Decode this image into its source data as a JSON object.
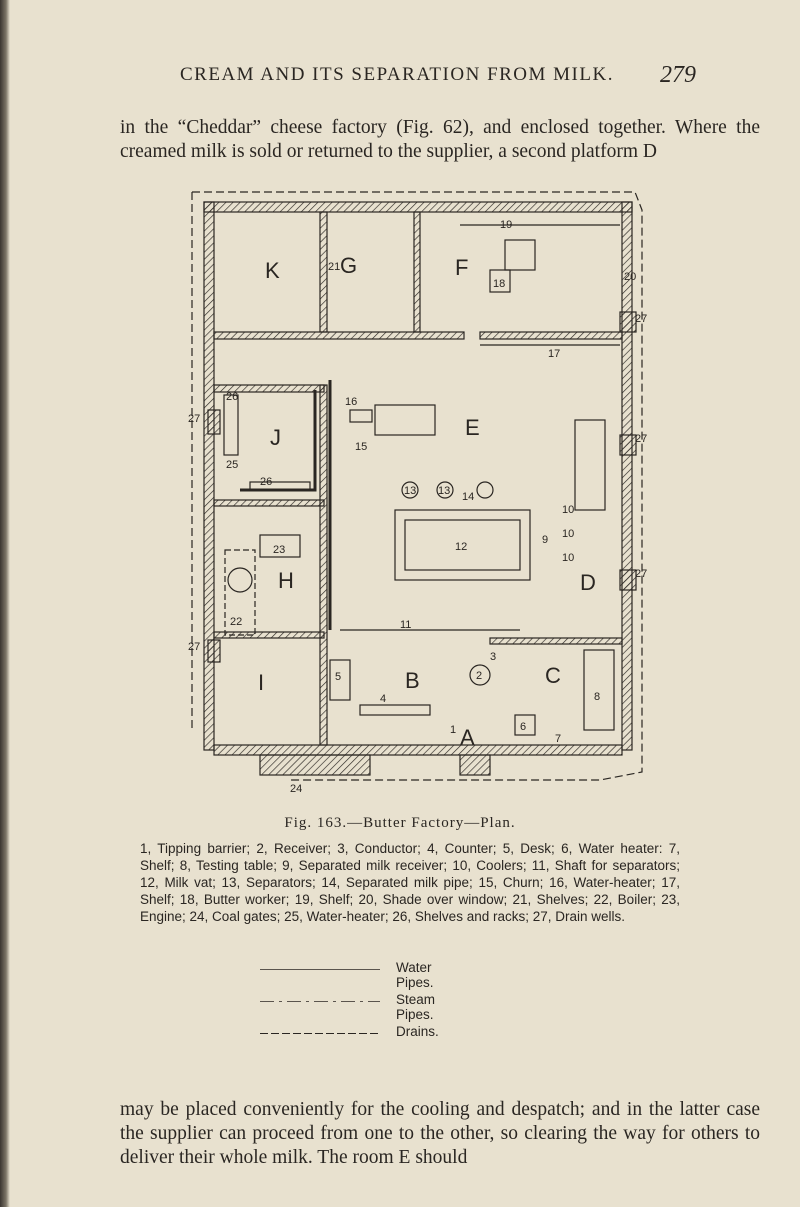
{
  "header": {
    "running_title": "CREAM AND ITS SEPARATION FROM MILK.",
    "page_number": "279"
  },
  "text_top": "in the “Cheddar” cheese factory (Fig. 62), and enclosed together. Where the creamed milk is sold or returned to the supplier, a second platform D",
  "figure": {
    "caption": "Fig. 163.—Butter Factory—Plan.",
    "room_labels": {
      "K": "K",
      "G": "G",
      "F": "F",
      "J": "J",
      "E": "E",
      "H": "H",
      "I": "I",
      "B": "B",
      "C": "C",
      "A": "A",
      "D": "D"
    },
    "num_labels": {
      "n19": "19",
      "n18": "18",
      "n20": "20",
      "n21": "21",
      "n17": "17",
      "n16": "16",
      "n15": "15",
      "n27a": "27",
      "n27b": "27",
      "n27c": "27",
      "n27d": "27",
      "n27e": "27",
      "n26a": "26",
      "n26b": "26",
      "n25": "25",
      "n13a": "13",
      "n13b": "13",
      "n14": "14",
      "n12": "12",
      "n10a": "10",
      "n10b": "10",
      "n10c": "10",
      "n9": "9",
      "n23": "23",
      "n22": "22",
      "n11": "11",
      "n5": "5",
      "n3": "3",
      "n2": "2",
      "n8": "8",
      "n4": "4",
      "n6": "6",
      "n7": "7",
      "n24": "24",
      "n1": "1"
    }
  },
  "key_text": "1, Tipping barrier; 2, Receiver; 3, Conductor; 4, Counter; 5, Desk; 6, Water heater: 7, Shelf; 8, Testing table; 9, Separated milk receiver; 10, Coolers; 11, Shaft for separators; 12, Milk vat; 13, Separators; 14, Separated milk pipe; 15, Churn; 16, Water-heater; 17, Shelf; 18, Butter worker; 19, Shelf; 20, Shade over window; 21, Shelves; 22, Boiler; 23, Engine; 24, Coal gates; 25, Water-heater; 26, Shelves and racks; 27, Drain wells.",
  "legend": [
    {
      "label": "Water Pipes."
    },
    {
      "label": "Steam Pipes."
    },
    {
      "label": "Drains."
    }
  ],
  "text_bottom": "may be placed conveniently for the cooling and despatch; and in the latter case the supplier can proceed from one to the other, so clearing the way for others to deliver their whole milk. The room E should",
  "colors": {
    "paper": "#e8e1cf",
    "ink": "#2a2622"
  }
}
